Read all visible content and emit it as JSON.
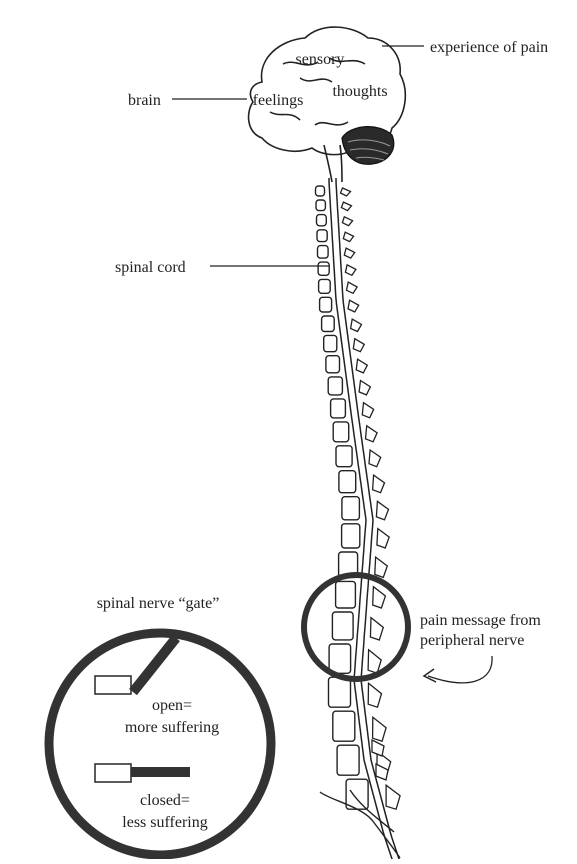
{
  "labels": {
    "brain": "brain",
    "sensory": "sensory",
    "feelings": "feelings",
    "thoughts": "thoughts",
    "experience_of_pain": "experience of pain",
    "spinal_cord": "spinal cord",
    "pain_message_line1": "pain message from",
    "pain_message_line2": "peripheral nerve",
    "gate_title": "spinal nerve “gate”",
    "open_line1": "open=",
    "open_line2": "more suffering",
    "closed_line1": "closed=",
    "closed_line2": "less suffering"
  },
  "colors": {
    "ink": "#222222",
    "gate_ring": "#333333"
  }
}
